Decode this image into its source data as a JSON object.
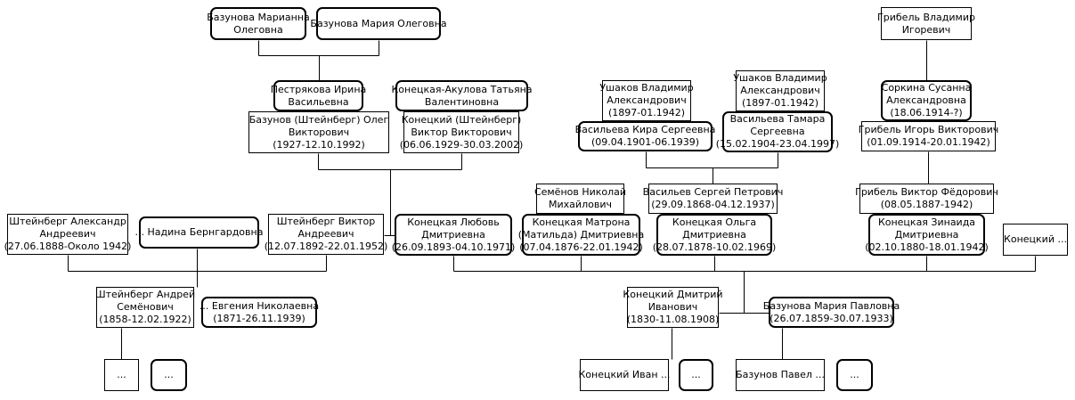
{
  "colors": {
    "border": "#000000",
    "line": "#000000",
    "background": "#ffffff"
  },
  "nodes": [
    {
      "id": "bazunova-marianna",
      "lines": [
        "Базунова Марианна",
        "Олеговна"
      ]
    },
    {
      "id": "bazunova-maria-o",
      "lines": [
        "Базунова Мария Олеговна"
      ]
    },
    {
      "id": "gribel-vladimir",
      "lines": [
        "Грибель Владимир",
        "Игоревич"
      ]
    },
    {
      "id": "ushakov-vladimir-1",
      "lines": [
        "Ушаков Владимир",
        "Александрович",
        "(1897-01.1942)"
      ]
    },
    {
      "id": "ushakov-vladimir-2",
      "lines": [
        "Ушаков Владимир",
        "Александрович",
        "(1897-01.1942)"
      ]
    },
    {
      "id": "pestryakova-irina",
      "lines": [
        "Пестрякова Ирина",
        "Васильевна"
      ]
    },
    {
      "id": "konetskaya-akulova",
      "lines": [
        "Конецкая-Акулова Татьяна",
        "Валентиновна"
      ]
    },
    {
      "id": "sorkina-susanna",
      "lines": [
        "Соркина Сусанна",
        "Александровна",
        "(18.06.1914-?)"
      ]
    },
    {
      "id": "bazunov-oleg",
      "lines": [
        "Базунов (Штейнберг) Олег",
        "Викторович",
        "(1927-12.10.1992)"
      ]
    },
    {
      "id": "konetsky-viktor",
      "lines": [
        "Конецкий (Штейнберг)",
        "Виктор Викторович",
        "(06.06.1929-30.03.2002)"
      ]
    },
    {
      "id": "vasilyeva-kira",
      "lines": [
        "Васильева Кира Сергеевна",
        "(09.04.1901-06.1939)"
      ]
    },
    {
      "id": "vasilyeva-tamara",
      "lines": [
        "Васильева Тамара",
        "Сергеевна",
        "(15.02.1904-23.04.1997)"
      ]
    },
    {
      "id": "gribel-igor",
      "lines": [
        "Грибель Игорь Викторович",
        "(01.09.1914-20.01.1942)"
      ]
    },
    {
      "id": "semenov-nikolai",
      "lines": [
        "Семёнов Николай",
        "Михайлович"
      ]
    },
    {
      "id": "vasilyev-sergei",
      "lines": [
        "Васильев Сергей Петрович",
        "(29.09.1868-04.12.1937)"
      ]
    },
    {
      "id": "gribel-viktor",
      "lines": [
        "Грибель Виктор Фёдорович",
        "(08.05.1887-1942)"
      ]
    },
    {
      "id": "steinberg-aleksandr",
      "lines": [
        "Штейнберг Александр",
        "Андреевич",
        "(27.06.1888-Около 1942)"
      ]
    },
    {
      "id": "nadina",
      "lines": [
        "... Надина Бернгардовна"
      ]
    },
    {
      "id": "steinberg-viktor",
      "lines": [
        "Штейнберг Виктор",
        "Андреевич",
        "(12.07.1892-22.01.1952)"
      ]
    },
    {
      "id": "konetskaya-lyubov",
      "lines": [
        "Конецкая Любовь",
        "Дмитриевна",
        "(26.09.1893-04.10.1971)"
      ]
    },
    {
      "id": "konetskaya-matrona",
      "lines": [
        "Конецкая Матрона",
        "(Матильда) Дмитриевна",
        "(07.04.1876-22.01.1942)"
      ]
    },
    {
      "id": "konetskaya-olga",
      "lines": [
        "Конецкая Ольга",
        "Дмитриевна",
        "(28.07.1878-10.02.1969)"
      ]
    },
    {
      "id": "konetskaya-zinaida",
      "lines": [
        "Конецкая Зинаида",
        "Дмитриевна",
        "(02.10.1880-18.01.1942)"
      ]
    },
    {
      "id": "konetsky-trunc",
      "lines": [
        "Конецкий ..."
      ]
    },
    {
      "id": "steinberg-andrei",
      "lines": [
        "Штейнберг Андрей",
        "Семёнович",
        "(1858-12.02.1922)"
      ]
    },
    {
      "id": "evgenia",
      "lines": [
        "... Евгения Николаевна",
        "(1871-26.11.1939)"
      ]
    },
    {
      "id": "konetsky-dmitry",
      "lines": [
        "Конецкий Дмитрий",
        "Иванович",
        "(1830-11.08.1908)"
      ]
    },
    {
      "id": "bazunova-maria-p",
      "lines": [
        "Базунова Мария Павловна",
        "(26.07.1859-30.07.1933)"
      ]
    },
    {
      "id": "unknown-1",
      "lines": [
        "..."
      ]
    },
    {
      "id": "unknown-2",
      "lines": [
        "..."
      ]
    },
    {
      "id": "konetsky-ivan",
      "lines": [
        "Конецкий Иван ..."
      ]
    },
    {
      "id": "unknown-3",
      "lines": [
        "..."
      ]
    },
    {
      "id": "bazunov-pavel",
      "lines": [
        "Базунов Павел ..."
      ]
    },
    {
      "id": "unknown-4",
      "lines": [
        "..."
      ]
    }
  ]
}
